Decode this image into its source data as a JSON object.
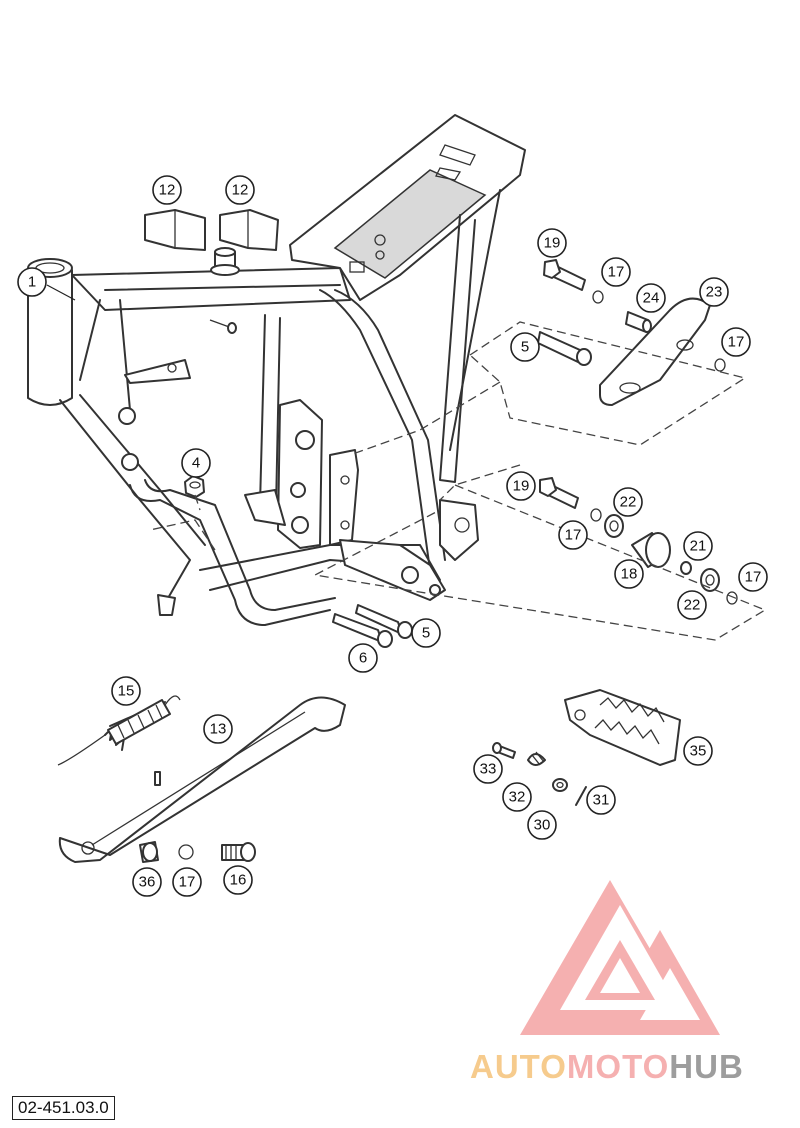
{
  "reference_code": "02-451.03.0",
  "callouts": {
    "c1": "1",
    "c12a": "12",
    "c12b": "12",
    "c4": "4",
    "c5a": "5",
    "c5b": "5",
    "c6": "6",
    "c19a": "19",
    "c17a": "17",
    "c24": "24",
    "c23": "23",
    "c17b": "17",
    "c19b": "19",
    "c22a": "22",
    "c17c": "17",
    "c21": "21",
    "c18": "18",
    "c22b": "22",
    "c17d": "17",
    "c15": "15",
    "c13": "13",
    "c36": "36",
    "c17e": "17",
    "c16": "16",
    "c33": "33",
    "c32": "32",
    "c30": "30",
    "c31": "31",
    "c35": "35"
  },
  "watermark": {
    "part1": "AUTO",
    "part2": "MOTO",
    "part3": "HUB",
    "colors": {
      "auto": "#f5c27a",
      "moto": "#f4a3a3",
      "hub": "#8c8c8c",
      "triangle": "#f28b8b"
    }
  }
}
